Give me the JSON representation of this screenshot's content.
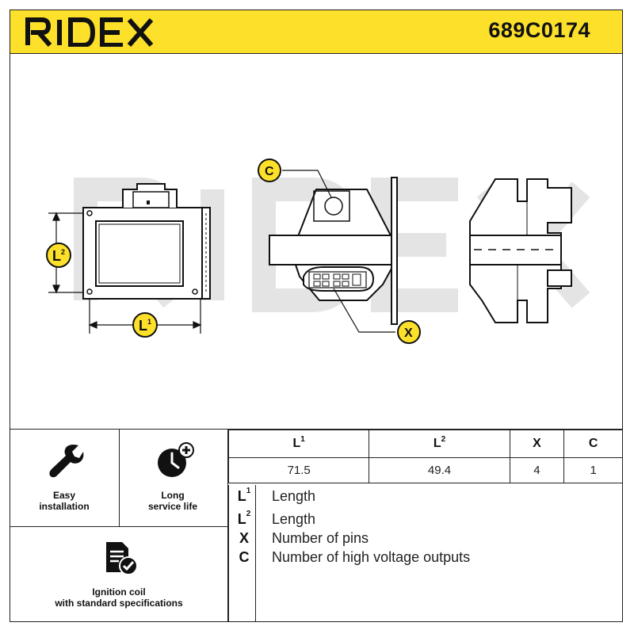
{
  "brand": "RIDEX",
  "part_number": "689C0174",
  "watermark": "RIDEX",
  "diagram": {
    "labels": {
      "l1": "L",
      "l1_sup": "1",
      "l2": "L",
      "l2_sup": "2",
      "c": "C",
      "x": "X"
    }
  },
  "features": [
    {
      "label_line1": "Easy",
      "label_line2": "installation",
      "icon": "wrench-icon"
    },
    {
      "label_line1": "Long",
      "label_line2": "service life",
      "icon": "clock-plus-icon"
    },
    {
      "label_line1": "Ignition coil",
      "label_line2": "with standard specifications",
      "icon": "document-check-icon"
    }
  ],
  "specs": {
    "headers": [
      {
        "key": "L",
        "sup": "1"
      },
      {
        "key": "L",
        "sup": "2"
      },
      {
        "key": "X",
        "sup": ""
      },
      {
        "key": "C",
        "sup": ""
      }
    ],
    "values": [
      "71.5",
      "49.4",
      "4",
      "1"
    ]
  },
  "legend": [
    {
      "key": "L",
      "sup": "1",
      "desc": "Length"
    },
    {
      "key": "L",
      "sup": "2",
      "desc": "Length"
    },
    {
      "key": "X",
      "sup": "",
      "desc": "Number of pins"
    },
    {
      "key": "C",
      "sup": "",
      "desc": "Number of high voltage outputs"
    }
  ],
  "colors": {
    "accent": "#fde02a",
    "line": "#222222",
    "watermark": "#e6e6e6"
  }
}
